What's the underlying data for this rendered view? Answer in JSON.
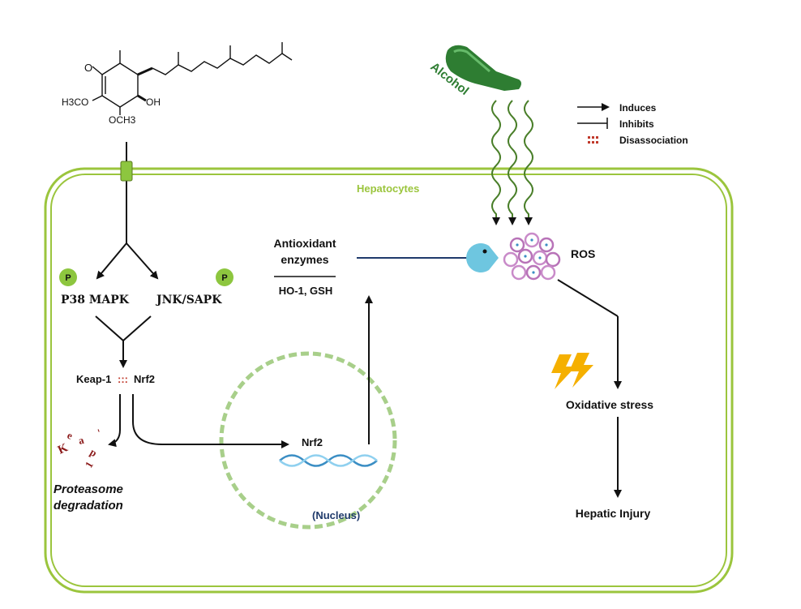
{
  "legend": {
    "induces": "Induces",
    "inhibits": "Inhibits",
    "disassociation": "Disassociation"
  },
  "cell": {
    "label": "Hepatocytes",
    "border_color": "#9bc53d"
  },
  "nucleus": {
    "label": "(Nucleus)",
    "label_color": "#1f3a6b",
    "border_color": "#a8cf8a"
  },
  "molecule": {
    "ketone": "O",
    "hydroxyl": "OH",
    "methoxy_left": "H3CO",
    "methoxy_bottom": "OCH3"
  },
  "alcohol": {
    "label": "Alcohol",
    "color": "#2e7d32"
  },
  "nodes": {
    "p38": "P38 MAPK",
    "jnk": "JNK/SAPK",
    "phospho": "P",
    "keap1": "Keap-1",
    "keap1_dissociation": ":::",
    "nrf2_complex": "Nrf2",
    "keap_fragments": [
      "K",
      "e",
      "a",
      "p",
      "-",
      "1"
    ],
    "proteasome_line1": "Proteasome",
    "proteasome_line2": "degradation",
    "nrf2_nucleus": "Nrf2",
    "antioxidant_line1": "Antioxidant",
    "antioxidant_line2": "enzymes",
    "antioxidant_line3": "HO-1, GSH",
    "ros": "ROS",
    "oxidative_stress": "Oxidative stress",
    "hepatic_injury": "Hepatic Injury"
  },
  "colors": {
    "phospho_fill": "#8dc63f",
    "pacman": "#6ec6e0",
    "dna_a": "#3b8ec4",
    "dna_b": "#8fd0ef",
    "lightning": "#f5b000",
    "disassociation": "#c0392b",
    "fragments": "#8b1a1a",
    "alcohol_waves": "#4a7f2a"
  }
}
